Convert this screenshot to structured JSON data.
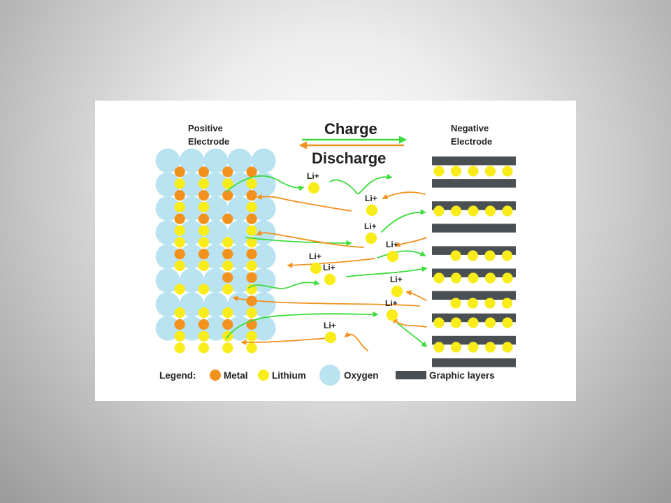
{
  "diagram": {
    "positive_electrode": {
      "line1": "Positive",
      "line2": "Electrode"
    },
    "negative_electrode": {
      "line1": "Negative",
      "line2": "Electrode"
    },
    "charge_label": "Charge",
    "discharge_label": "Discharge",
    "ion_label": "Li+",
    "ion_count": 9,
    "legend": {
      "title": "Legend:",
      "metal": "Metal",
      "lithium": "Lithium",
      "oxygen": "Oxygen",
      "graphic_layers": "Graphic layers"
    },
    "colors": {
      "oxygen": "#b9e3f1",
      "metal": "#f2921e",
      "lithium": "#f8ec1a",
      "graphite": "#4a4f54",
      "charge_arrow": "#3cdc3c",
      "discharge_arrow": "#f2921e",
      "text": "#222222"
    }
  }
}
